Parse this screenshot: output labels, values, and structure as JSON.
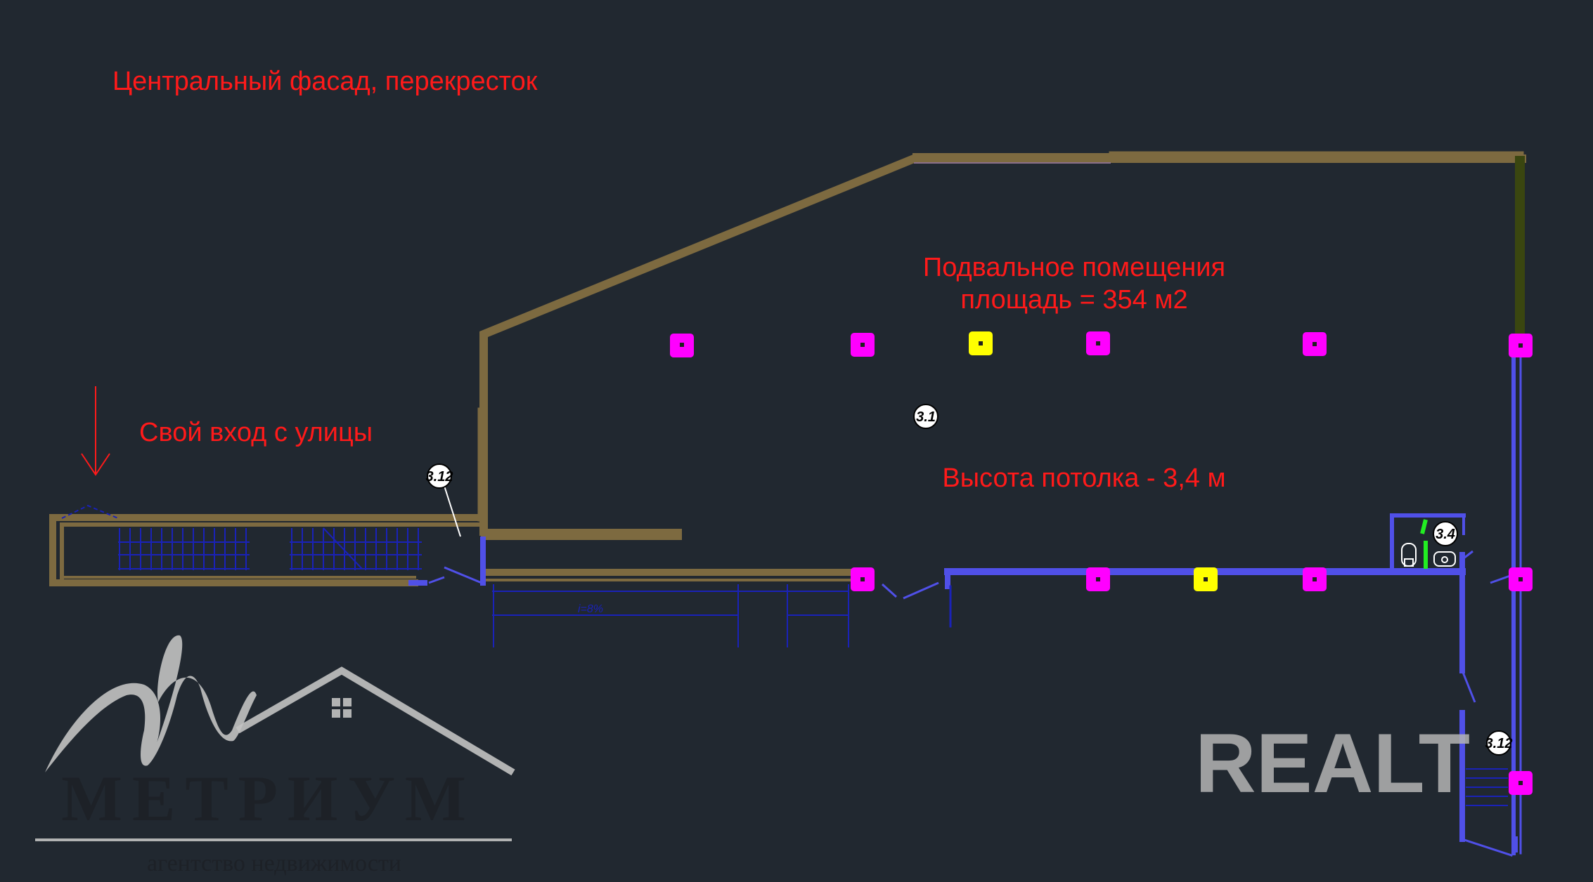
{
  "labels": {
    "facade": "Центральный фасад, перекресток",
    "entrance": "Свой вход с улицы",
    "room_title": "Подвальное помещения",
    "room_area": "площадь = 354 м2",
    "ceiling": "Высота потолка - 3,4 м",
    "slope": "i=8%"
  },
  "room_tags": [
    "3.1",
    "3.12",
    "3.4",
    "3.12"
  ],
  "logo": {
    "name": "МЕТРИУМ",
    "subtitle": "агентство недвижимости"
  },
  "watermark": "REALT",
  "colors": {
    "background": "#212830",
    "exterior_wall": "#7d6a40",
    "interior_wall": "#5050e8",
    "column_magenta": "#ff00ff",
    "column_yellow": "#ffff00",
    "label_red": "#ff1a1a",
    "accent_green": "#22ee22"
  }
}
